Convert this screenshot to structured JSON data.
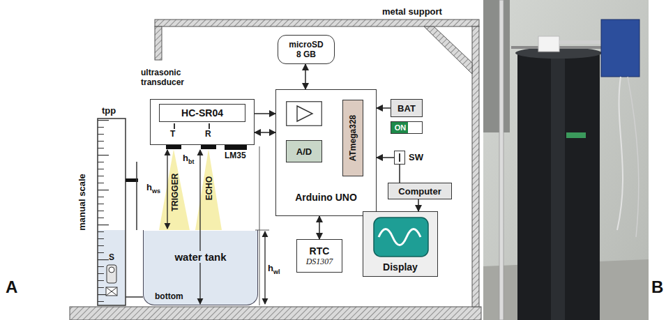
{
  "diagram": {
    "nodes": [
      {
        "text": [
          "ultrasonic transducer",
          "HC-SR04"
        ]
      },
      {
        "text": [
          "microSD 8 GB"
        ]
      },
      {
        "text": [
          "Arduino UNO"
        ]
      },
      {
        "text": [
          "A/D"
        ],
        "in": 2
      },
      {
        "text": [
          "ATmega328"
        ],
        "in": 2
      },
      {
        "text": [
          "BAT"
        ]
      },
      {
        "text": [
          "ON"
        ]
      },
      {
        "text": [
          "SW"
        ]
      },
      {
        "text": [
          "Computer"
        ]
      },
      {
        "text": [
          "Display"
        ]
      },
      {
        "text": [
          "RTC",
          "DS1307"
        ]
      },
      {
        "text": [
          "water tank"
        ]
      }
    ],
    "edges": [
      {
        "from": 0,
        "to": 2,
        "arrow": "to"
      },
      {
        "from": 0,
        "to": 2,
        "arrow": "both"
      },
      {
        "from": 1,
        "to": 2,
        "arrow": "both"
      },
      {
        "from": 5,
        "to": 2,
        "arrow": "to"
      },
      {
        "from": 7,
        "to": 2,
        "arrow": "to"
      },
      {
        "from": 7,
        "to": 8,
        "arrow": "none"
      },
      {
        "from": 8,
        "to": 9,
        "arrow": "to"
      },
      {
        "from": 10,
        "to": 2,
        "arrow": "both"
      }
    ],
    "labels": [
      "metal support",
      "T",
      "R",
      "TRIGGER",
      "ECHO",
      "LM35",
      "tpp",
      "manual scale",
      "hws",
      "hbt",
      "hwl",
      "S",
      "bottom",
      "A",
      "B"
    ]
  }
}
